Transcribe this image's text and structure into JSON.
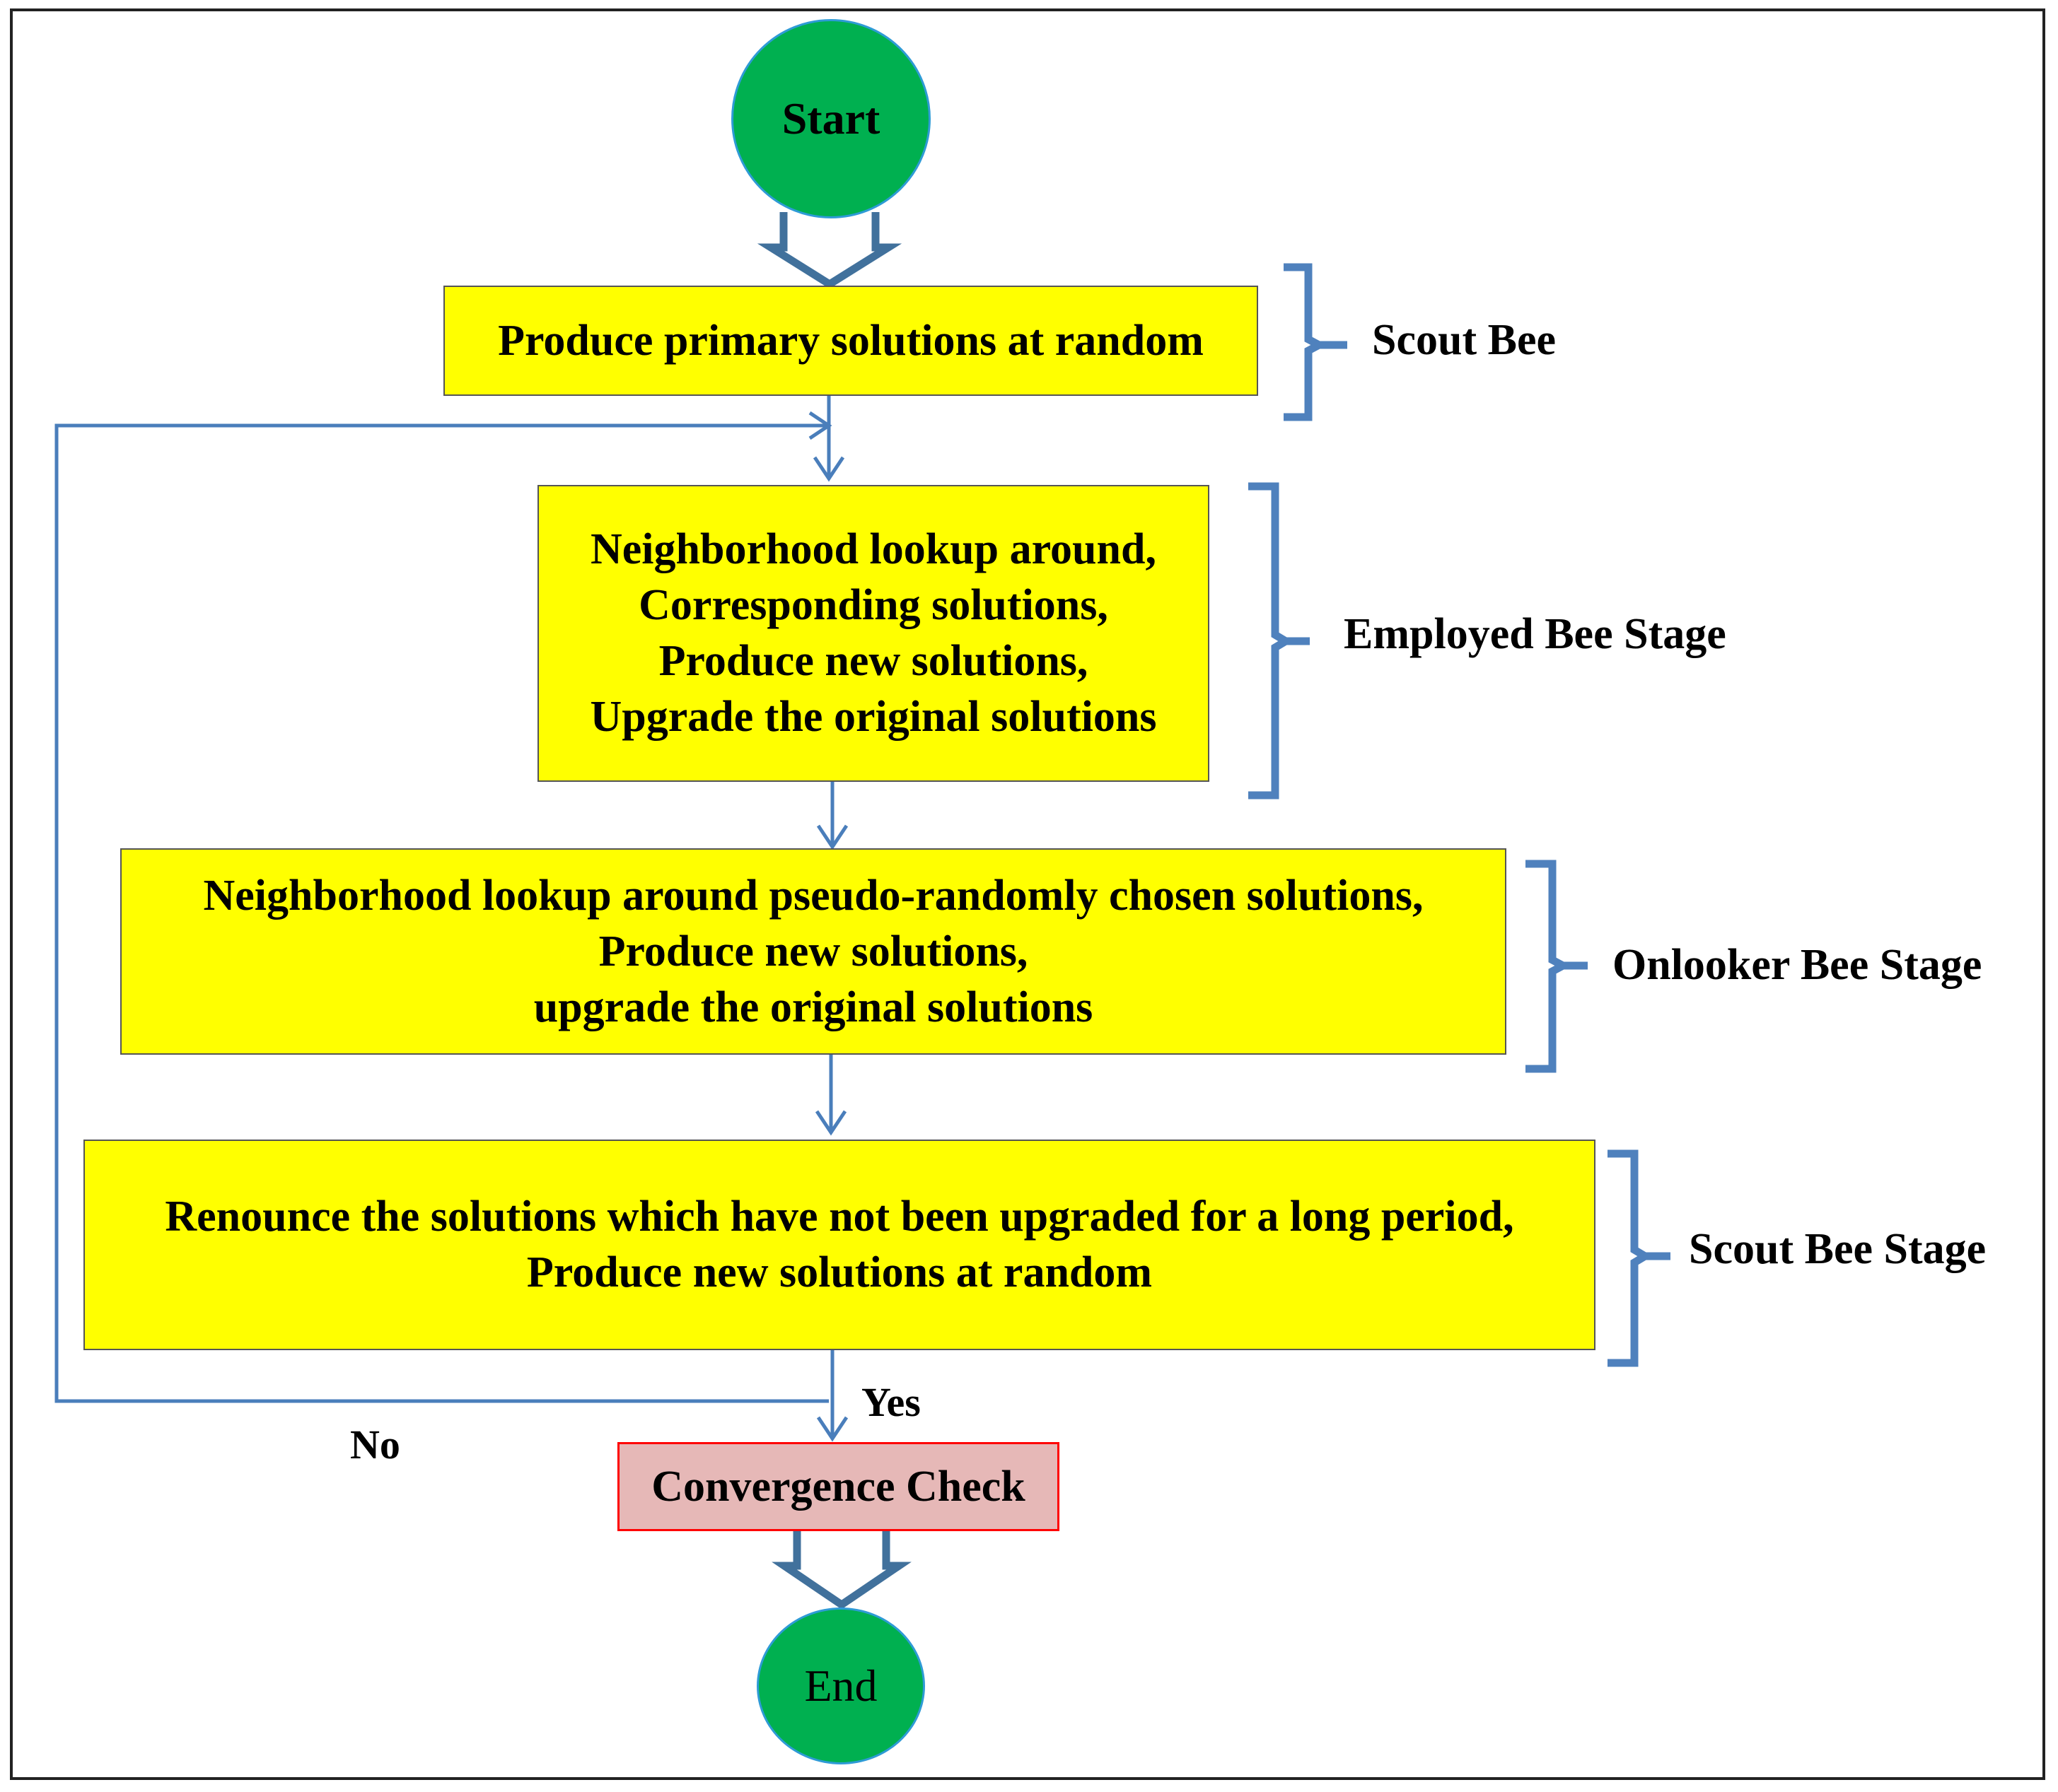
{
  "nodes": {
    "start": "Start",
    "end": "End",
    "init": [
      "Produce primary solutions at random"
    ],
    "employed": [
      "Neighborhood lookup around,",
      "Corresponding solutions,",
      "Produce new solutions,",
      "Upgrade the original solutions"
    ],
    "onlooker": [
      "Neighborhood lookup around pseudo-randomly chosen solutions,",
      "Produce new solutions,",
      "upgrade the original solutions"
    ],
    "scout": [
      "Renounce the solutions which have not been upgraded for a long period,",
      "Produce new solutions at random"
    ],
    "check": "Convergence Check"
  },
  "stages": {
    "scout_bee": "Scout Bee",
    "employed_bee_stage": "Employed Bee Stage",
    "onlooker_bee_stage": "Onlooker Bee Stage",
    "scout_bee_stage": "Scout Bee Stage"
  },
  "edge_labels": {
    "yes": "Yes",
    "no": "No"
  },
  "colors": {
    "process_fill": "#ffff00",
    "terminal_fill": "#00b050",
    "check_fill": "#e6b8b7",
    "check_border": "#ff0000",
    "connector": "#4a7ebb",
    "bracket": "#4f81bd"
  }
}
